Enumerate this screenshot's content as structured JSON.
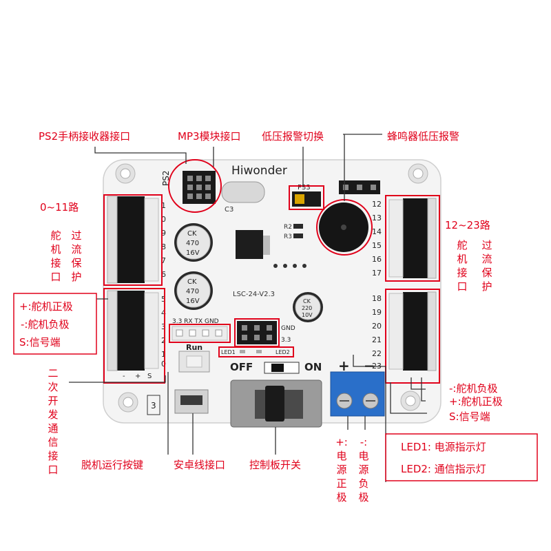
{
  "top_labels": {
    "ps2": "PS2手柄接收器接口",
    "mp3": "MP3模块接口",
    "lowvolt_switch": "低压报警切换",
    "buzzer": "蜂鸣器低压报警"
  },
  "left_labels": {
    "range_0_11": "0~11路",
    "servo_if_a": "舵机接口",
    "overcurrent_a": "过流保护",
    "pos": "+:舵机正极",
    "neg": "-:舵机负极",
    "sig": "S:信号端",
    "secondary_dev": "二次开发通信接口"
  },
  "right_labels": {
    "range_12_23": "12~23路",
    "servo_if_b": "舵机接口",
    "overcurrent_b": "过流保护",
    "neg": "-:舵机负极",
    "pos": "+:舵机正极",
    "sig": "S:信号端"
  },
  "bottom_labels": {
    "offline_btn": "脱机运行按键",
    "android_port": "安卓线接口",
    "power_switch": "控制板开关",
    "power_pos": "+:电源正极",
    "power_neg": "-:电源负极",
    "led1": "LED1:  电源指示灯",
    "led2": "LED2:  通信指示灯"
  },
  "board": {
    "brand": "Hiwonder",
    "model": "LSC-24-V2.3",
    "ps2_silk": "PS2",
    "cap1": [
      "CK",
      "470",
      "16V"
    ],
    "cap2": [
      "CK",
      "470",
      "16V"
    ],
    "cap3": [
      "CK",
      "220",
      "10V"
    ],
    "c3": "C3",
    "p33": "P33",
    "r2": "R2",
    "r3": "R3",
    "serial_silk": "3.3 RX TX GND",
    "gnd": "GND",
    "v33": "3.3",
    "led1_silk": "LED1",
    "led2_silk": "LED2",
    "run": "Run",
    "off": "OFF",
    "on": "ON",
    "plus": "+",
    "minus": "−",
    "num3": "3",
    "left_nums_top": [
      "1",
      "0",
      "9",
      "8",
      "7",
      "6"
    ],
    "left_nums_bot": [
      "5",
      "4",
      "3",
      "2",
      "1",
      "0"
    ],
    "right_nums_top": [
      "12",
      "13",
      "14",
      "15",
      "16",
      "17"
    ],
    "right_nums_bot": [
      "18",
      "19",
      "20",
      "21",
      "22",
      "23"
    ],
    "pin_legend": [
      "-",
      "+",
      "S"
    ]
  },
  "colors": {
    "annotation": "#e0001a",
    "board": "#f4f4f4",
    "header": "#1a1a1a",
    "terminal": "#2a6fc9"
  }
}
